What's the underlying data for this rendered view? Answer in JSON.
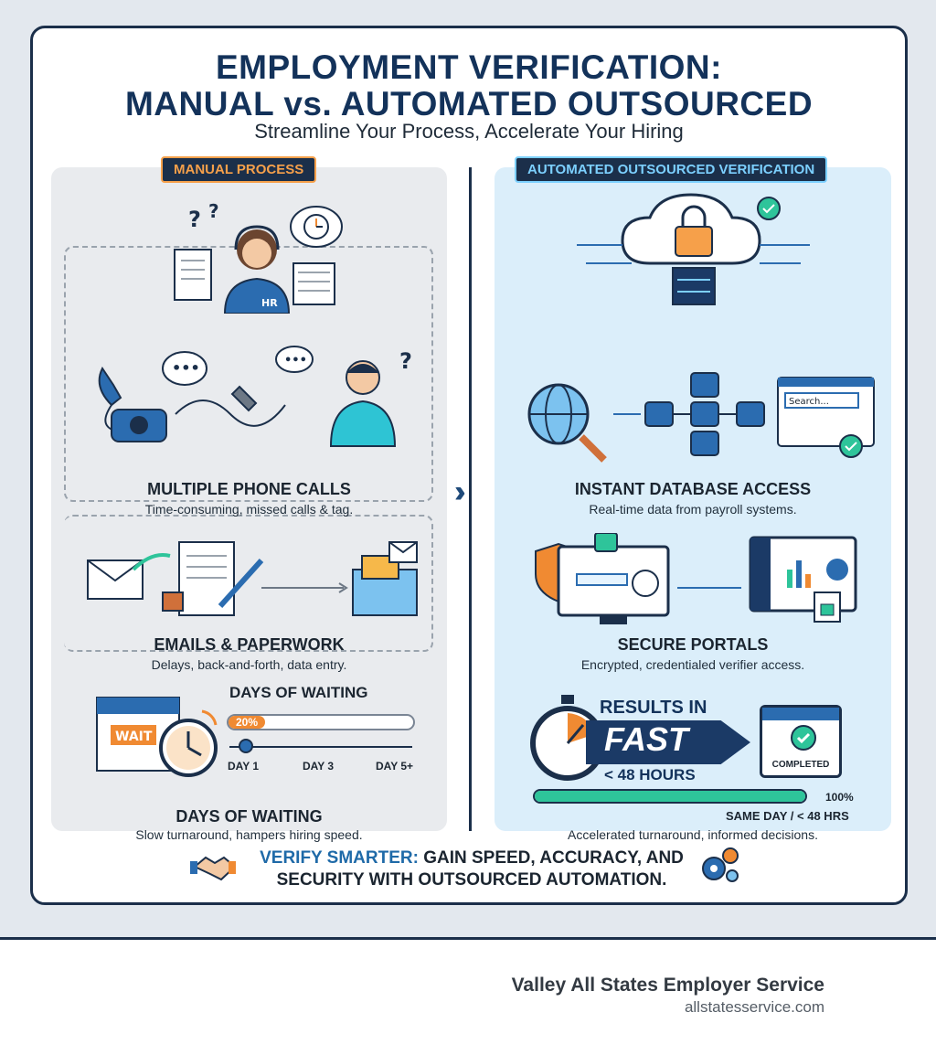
{
  "header": {
    "title_line1": "EMPLOYMENT VERIFICATION:",
    "title_line2": "MANUAL vs. AUTOMATED OUTSOURCED",
    "subtitle": "Streamline Your Process, Accelerate Your Hiring"
  },
  "manual": {
    "tag": "MANUAL PROCESS",
    "hr_label": "HR",
    "phone_title": "MULTIPLE PHONE CALLS",
    "phone_desc": "Time-consuming, missed calls & tag.",
    "email_title": "EMAILS & PAPERWORK",
    "email_desc": "Delays, back-and-forth, data entry.",
    "wait_badge": "WAIT",
    "wait_heading": "DAYS OF WAITING",
    "wait_progress_label": "20%",
    "wait_progress": 0.2,
    "days": [
      "DAY 1",
      "DAY 3",
      "DAY 5+"
    ],
    "wait_title": "DAYS OF WAITING",
    "wait_desc": "Slow turnaround, hampers hiring speed."
  },
  "automated": {
    "tag": "AUTOMATED OUTSOURCED VERIFICATION",
    "search_placeholder": "Search...",
    "db_title": "INSTANT DATABASE ACCESS",
    "db_desc": "Real-time data from payroll systems.",
    "portal_title": "SECURE PORTALS",
    "portal_desc": "Encrypted, credentialed verifier access.",
    "results_in": "RESULTS IN",
    "fast": "FAST",
    "under_48": "< 48 HOURS",
    "completed": "COMPLETED",
    "progress_label": "100%",
    "progress": 1.0,
    "same_day": "SAME DAY / < 48 HRS",
    "result_desc": "Accelerated turnaround, informed decisions."
  },
  "footer": {
    "highlight": "VERIFY SMARTER:",
    "line1_rest": " GAIN SPEED, ACCURACY, AND",
    "line2": "SECURITY WITH OUTSOURCED AUTOMATION."
  },
  "brand": {
    "name": "Valley All States Employer Service",
    "url": "allstatesservice.com"
  },
  "colors": {
    "navy": "#1b2f4a",
    "orange": "#f08a32",
    "teal": "#2ec49a",
    "sky": "#7cd0ff"
  }
}
